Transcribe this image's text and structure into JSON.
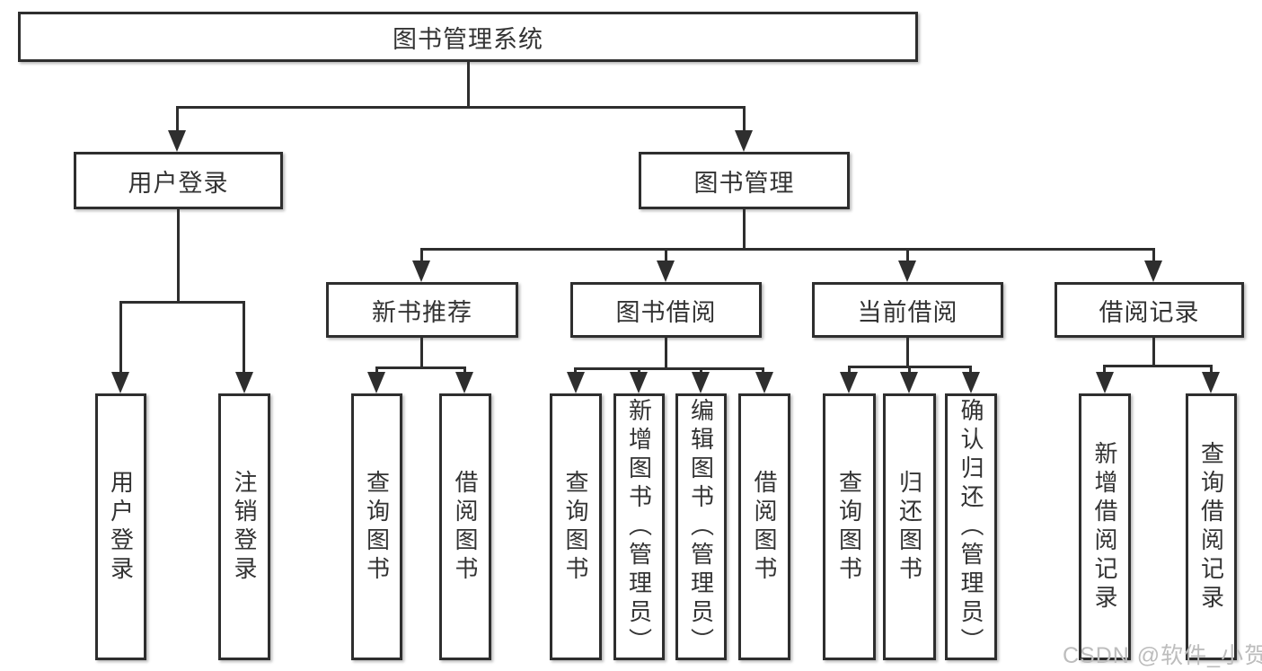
{
  "tree": {
    "root": {
      "label": "图书管理系统"
    },
    "branches": [
      {
        "label": "用户登录",
        "children": [
          {
            "label": "用户登录"
          },
          {
            "label": "注销登录"
          }
        ]
      },
      {
        "label": "图书管理",
        "children": [
          {
            "label": "新书推荐",
            "children": [
              {
                "label": "查询图书"
              },
              {
                "label": "借阅图书"
              }
            ]
          },
          {
            "label": "图书借阅",
            "children": [
              {
                "label": "查询图书"
              },
              {
                "label": "新增图书（管理员）"
              },
              {
                "label": "编辑图书（管理员）"
              },
              {
                "label": "借阅图书"
              }
            ]
          },
          {
            "label": "当前借阅",
            "children": [
              {
                "label": "查询图书"
              },
              {
                "label": "归还图书"
              },
              {
                "label": "确认归还（管理员）"
              }
            ]
          },
          {
            "label": "借阅记录",
            "children": [
              {
                "label": "新增借阅记录"
              },
              {
                "label": "查询借阅记录"
              }
            ]
          }
        ]
      }
    ]
  },
  "watermark": "CSDN @软件_小贺同学",
  "colors": {
    "line": "#2e2e2e",
    "box_border": "#2e2e2e",
    "text": "#333333",
    "watermark": "#bdbdbd",
    "background": "#ffffff"
  }
}
